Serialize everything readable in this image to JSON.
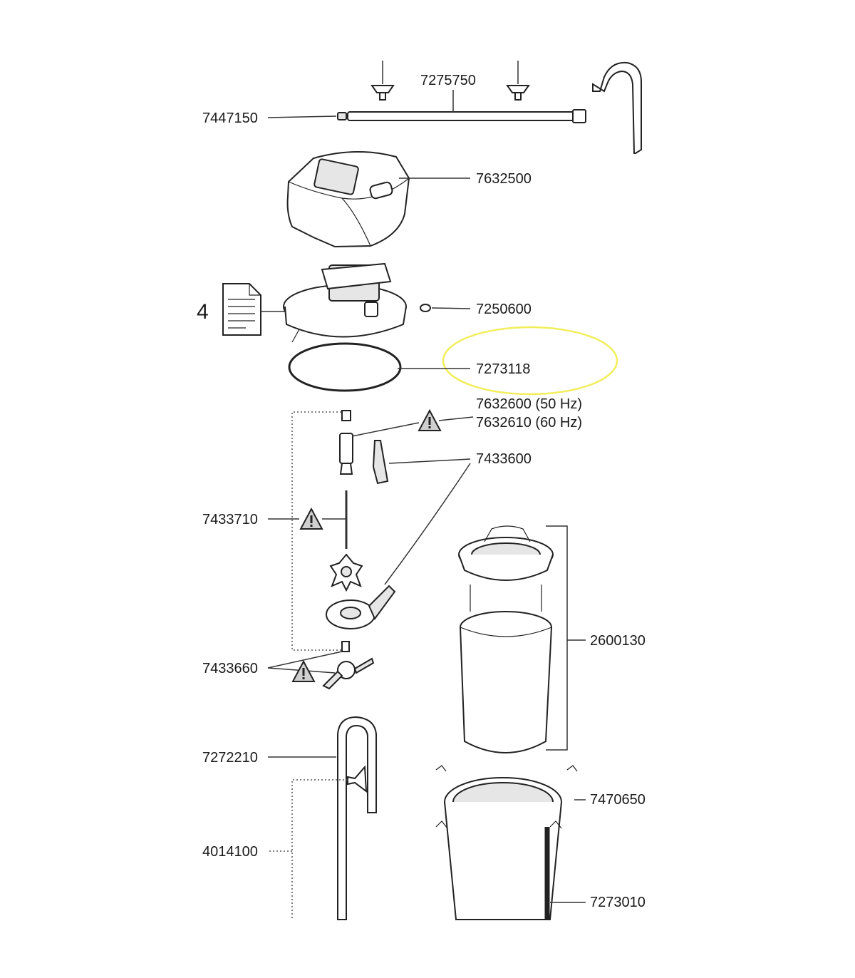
{
  "diagram": {
    "part_labels": {
      "p7275750": "7275750",
      "p7447150": "7447150",
      "p7632500": "7632500",
      "p7250600": "7250600",
      "p7273118": "7273118",
      "p7632600": "7632600 (50 Hz)",
      "p7632610": "7632610 (60 Hz)",
      "p7433600": "7433600",
      "p7433710": "7433710",
      "p2600130": "2600130",
      "p7433660": "7433660",
      "p7272210": "7272210",
      "p7470650": "7470650",
      "p4014100": "4014100",
      "p7273010": "7273010"
    },
    "document_ref": "4",
    "highlight_color": "#f2ee5a",
    "icons": [
      "document-icon",
      "warning-icon"
    ]
  }
}
